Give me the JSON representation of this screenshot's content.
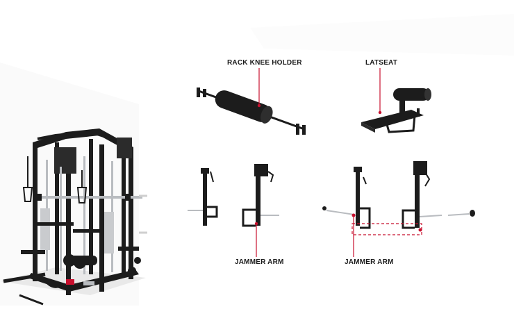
{
  "labels": {
    "rack_knee_holder": "RACK KNEE HOLDER",
    "latseat": "LATSEAT",
    "jammer_arm_left": "JAMMER ARM",
    "jammer_arm_right": "JAMMER ARM"
  },
  "colors": {
    "background": "#ffffff",
    "equipment": "#1c1c1c",
    "steel": "#b9bcc0",
    "callout_line": "#c8102e",
    "label_text": "#1a1a1a"
  },
  "icons": {
    "main_frame": "smith-machine-rack",
    "knee_holder": "rack-knee-holder-accessory",
    "latseat": "latseat-accessory",
    "jammer_arms": "jammer-arm-accessory"
  }
}
